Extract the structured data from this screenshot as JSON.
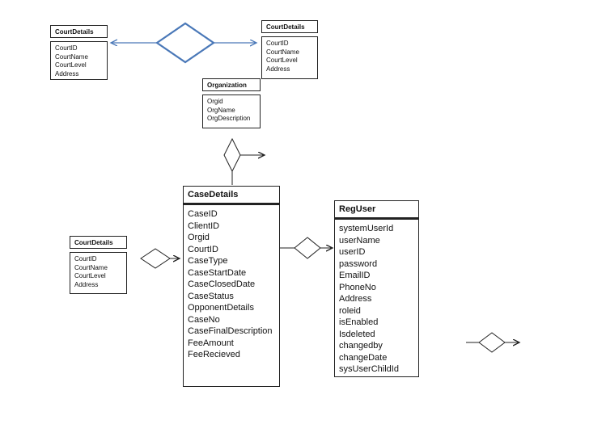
{
  "entities": {
    "court_top_left": {
      "title": "CourtDetails",
      "attributes": [
        "CourtID",
        "CourtName",
        "CourtLevel",
        "Address"
      ]
    },
    "court_top_right": {
      "title": "CourtDetails",
      "attributes": [
        "CourtID",
        "CourtName",
        "CourtLevel",
        "Address"
      ]
    },
    "organization": {
      "title": "Organization",
      "attributes": [
        "Orgid",
        "OrgName",
        "OrgDescription"
      ]
    },
    "case_details": {
      "title": "CaseDetails",
      "attributes": [
        "CaseID",
        "ClientID",
        "Orgid",
        "CourtID",
        "CaseType",
        "CaseStartDate",
        "CaseClosedDate",
        "CaseStatus",
        "OpponentDetails",
        "CaseNo",
        "CaseFinalDescription",
        "FeeAmount",
        "FeeRecieved"
      ]
    },
    "reg_user": {
      "title": "RegUser",
      "attributes": [
        "systemUserId",
        "userName",
        "userID",
        "password",
        "EmailID",
        "PhoneNo",
        "Address",
        "roleid",
        "isEnabled",
        "Isdeleted",
        "changedby",
        "changeDate",
        "sysUserChildId"
      ]
    },
    "court_left": {
      "title": "CourtDetails",
      "attributes": [
        "CourtID",
        "CourtName",
        "CourtLevel",
        "Address"
      ]
    }
  },
  "colors": {
    "highlight_relationship": "#4a78b8",
    "line": "#222222"
  }
}
